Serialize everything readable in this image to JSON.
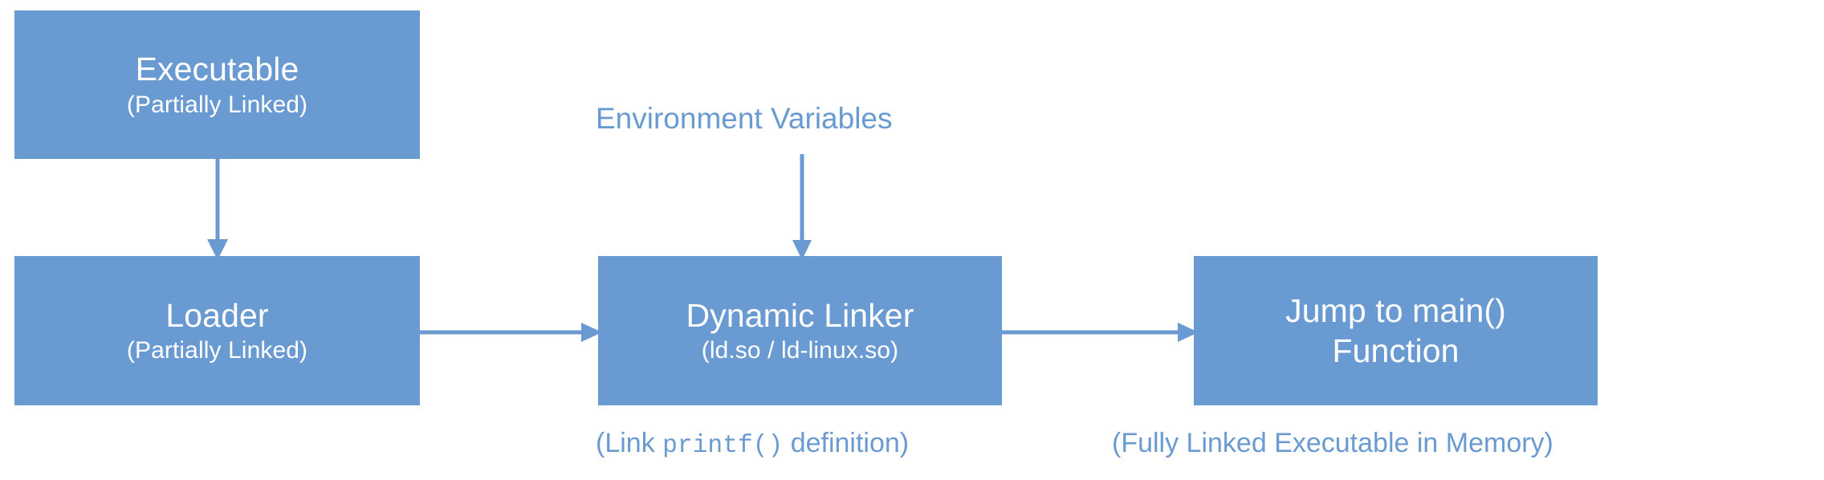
{
  "diagram": {
    "title_text_color": "#6a9ad2",
    "box_fill_color": "#6a9ad2",
    "box_text_color": "#ffffff",
    "background_color": "#ffffff",
    "nodes": [
      {
        "id": "executable",
        "title": "Executable",
        "subtitle": "(Partially Linked)"
      },
      {
        "id": "loader",
        "title": "Loader",
        "subtitle": "(Partially Linked)"
      },
      {
        "id": "dynamic-linker",
        "title": "Dynamic Linker",
        "subtitle": "(ld.so / ld-linux.so)"
      },
      {
        "id": "jump-main",
        "title_line1": "Jump to main()",
        "title_line2": "Function"
      }
    ],
    "labels": {
      "environment_variables": "Environment Variables",
      "link_printf_prefix": "(Link ",
      "link_printf_code": "printf()",
      "link_printf_suffix": " definition)",
      "fully_linked": "(Fully Linked Executable in Memory)"
    },
    "connectors": [
      {
        "id": "executable-to-loader",
        "direction": "down"
      },
      {
        "id": "environment-variables-to-dynamic-linker",
        "direction": "down"
      },
      {
        "id": "loader-to-dynamic-linker",
        "direction": "right"
      },
      {
        "id": "dynamic-linker-to-jump-main",
        "direction": "right"
      }
    ]
  }
}
